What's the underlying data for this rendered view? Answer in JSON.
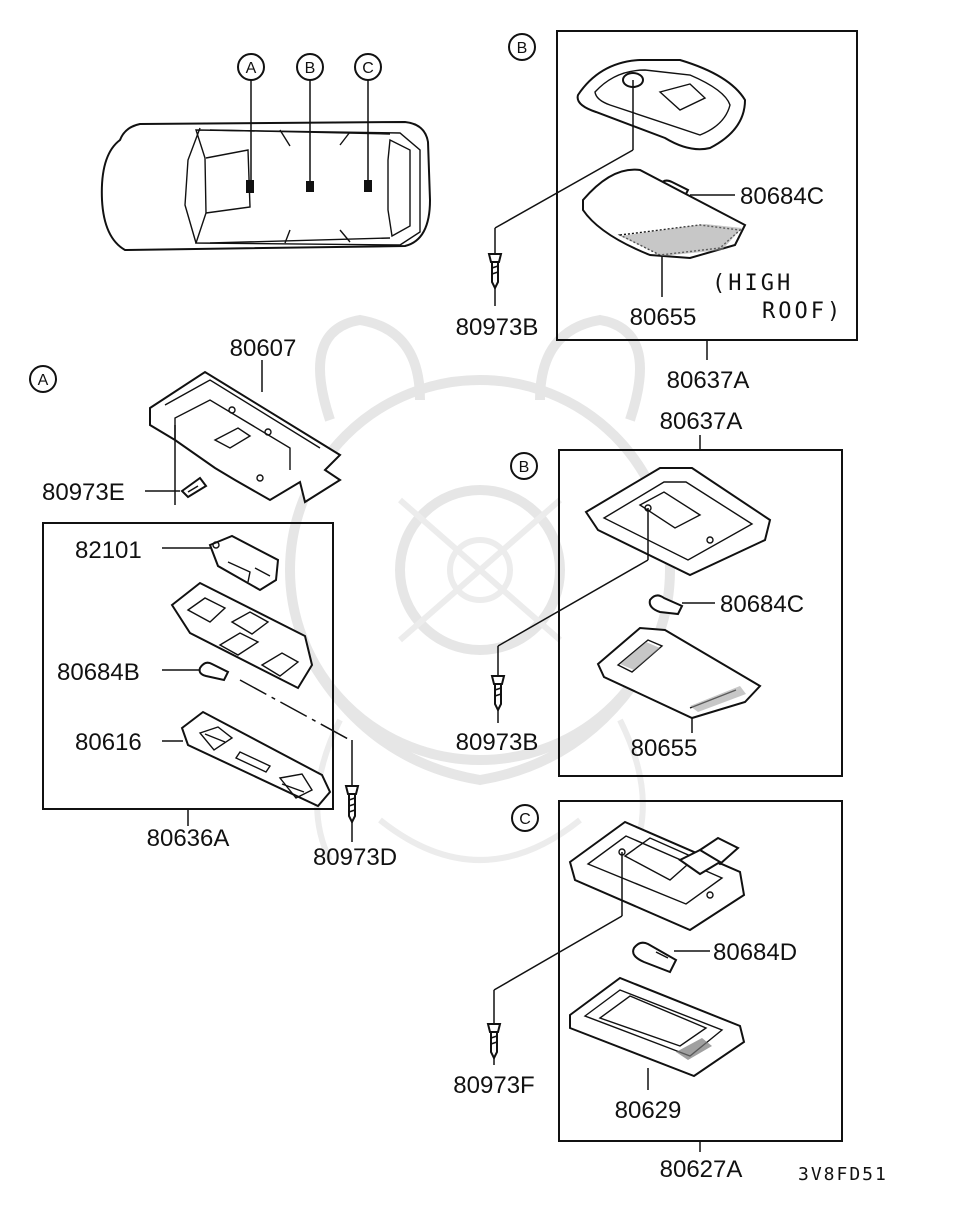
{
  "diagram": {
    "code": "3V8FD51",
    "location_markers": [
      "A",
      "B",
      "C"
    ],
    "sections": {
      "A": {
        "marker": "A",
        "parts": [
          "80607",
          "80973E",
          "82101",
          "80684B",
          "80616",
          "80973D"
        ],
        "assembly": "80636A"
      },
      "B_high_roof": {
        "marker": "B",
        "parts": [
          "80684C",
          "80655",
          "80973B"
        ],
        "note_line1": "(HIGH",
        "note_line2": "ROOF)",
        "assembly": "80637A"
      },
      "B_standard": {
        "marker": "B",
        "assembly": "80637A",
        "parts": [
          "80684C",
          "80973B",
          "80655"
        ]
      },
      "C": {
        "marker": "C",
        "parts": [
          "80684D",
          "80973F",
          "80629"
        ],
        "assembly": "80627A"
      }
    }
  }
}
